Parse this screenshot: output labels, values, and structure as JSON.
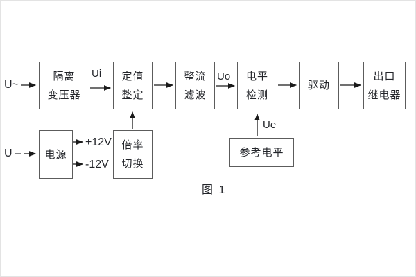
{
  "figure": {
    "caption": "图 1",
    "inputs": {
      "ac_label": "U~",
      "dc_label": "U –"
    },
    "signal_labels": {
      "ui": "Ui",
      "uo": "Uo",
      "ue": "Ue"
    },
    "power_rails": {
      "positive": "+12V",
      "negative": "-12V"
    },
    "blocks": {
      "isolation_transformer": {
        "line1": "隔离",
        "line2": "变压器"
      },
      "setpoint_adjust": {
        "line1": "定值",
        "line2": "整定"
      },
      "rectify_filter": {
        "line1": "整流",
        "line2": "滤波"
      },
      "level_detect": {
        "line1": "电平",
        "line2": "检测"
      },
      "drive": {
        "line1": "驱动"
      },
      "output_relay": {
        "line1": "出口",
        "line2": "继电器"
      },
      "power_supply": {
        "line1": "电源"
      },
      "ratio_switch": {
        "line1": "倍率",
        "line2": "切换"
      },
      "reference_level": {
        "line1": "参考电平"
      }
    },
    "colors": {
      "background": "#ffffff",
      "border": "#5c5c5c",
      "line": "#1a1a1a",
      "text": "#23252a"
    }
  }
}
